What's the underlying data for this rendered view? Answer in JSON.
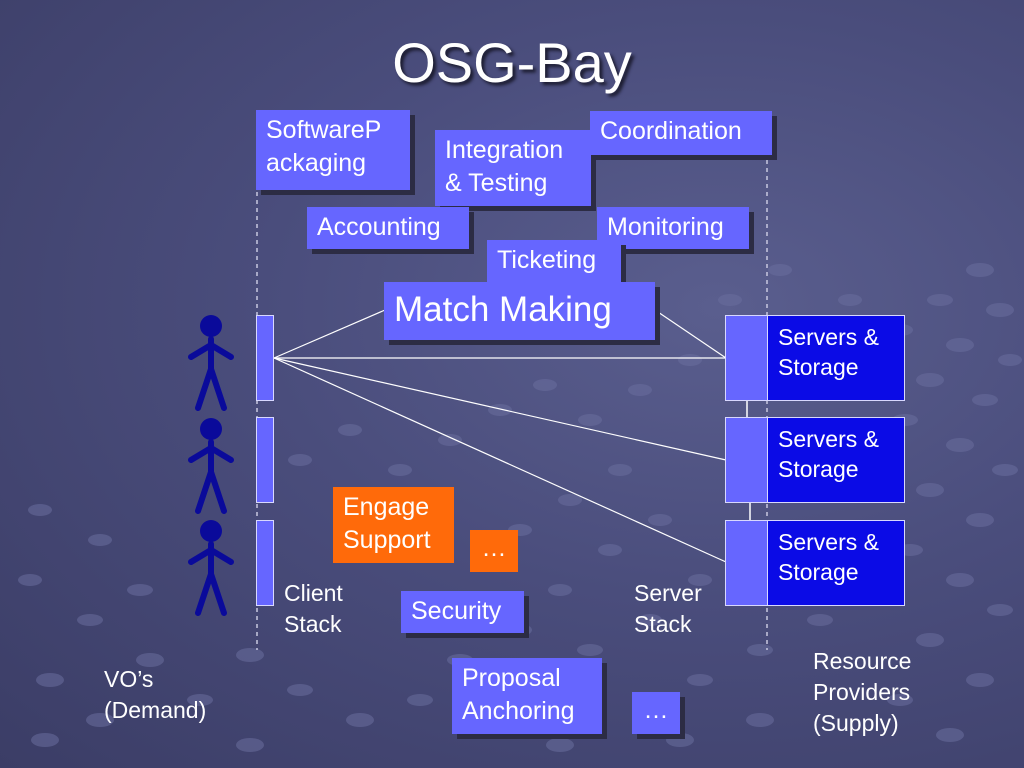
{
  "title": "OSG-Bay",
  "top_boxes": {
    "software_packaging": "SoftwareP\nackaging",
    "integration_testing": "Integration\n& Testing",
    "coordination": "Coordination",
    "accounting": "Accounting",
    "monitoring": "Monitoring",
    "ticketing": "Ticketing",
    "match_making": "Match Making"
  },
  "servers": [
    {
      "label": "Servers &\nStorage"
    },
    {
      "label": "Servers &\nStorage"
    },
    {
      "label": "Servers &\nStorage"
    }
  ],
  "middle": {
    "engage_support": "Engage\nSupport",
    "ellipsis_1": "…",
    "security": "Security",
    "proposal_anchoring": "Proposal\nAnchoring",
    "ellipsis_2": "…"
  },
  "labels": {
    "client_stack": "Client\nStack",
    "server_stack": "Server\nStack",
    "vos_demand": "VO’s\n(Demand)",
    "resource_providers": "Resource\nProviders\n(Supply)"
  },
  "colors": {
    "box_fill": "#6666ff",
    "server_fill": "#0b0be6",
    "highlight_fill": "#ff6a0a",
    "person_color": "#0a0a9a"
  },
  "icons": [
    "person-icon"
  ]
}
